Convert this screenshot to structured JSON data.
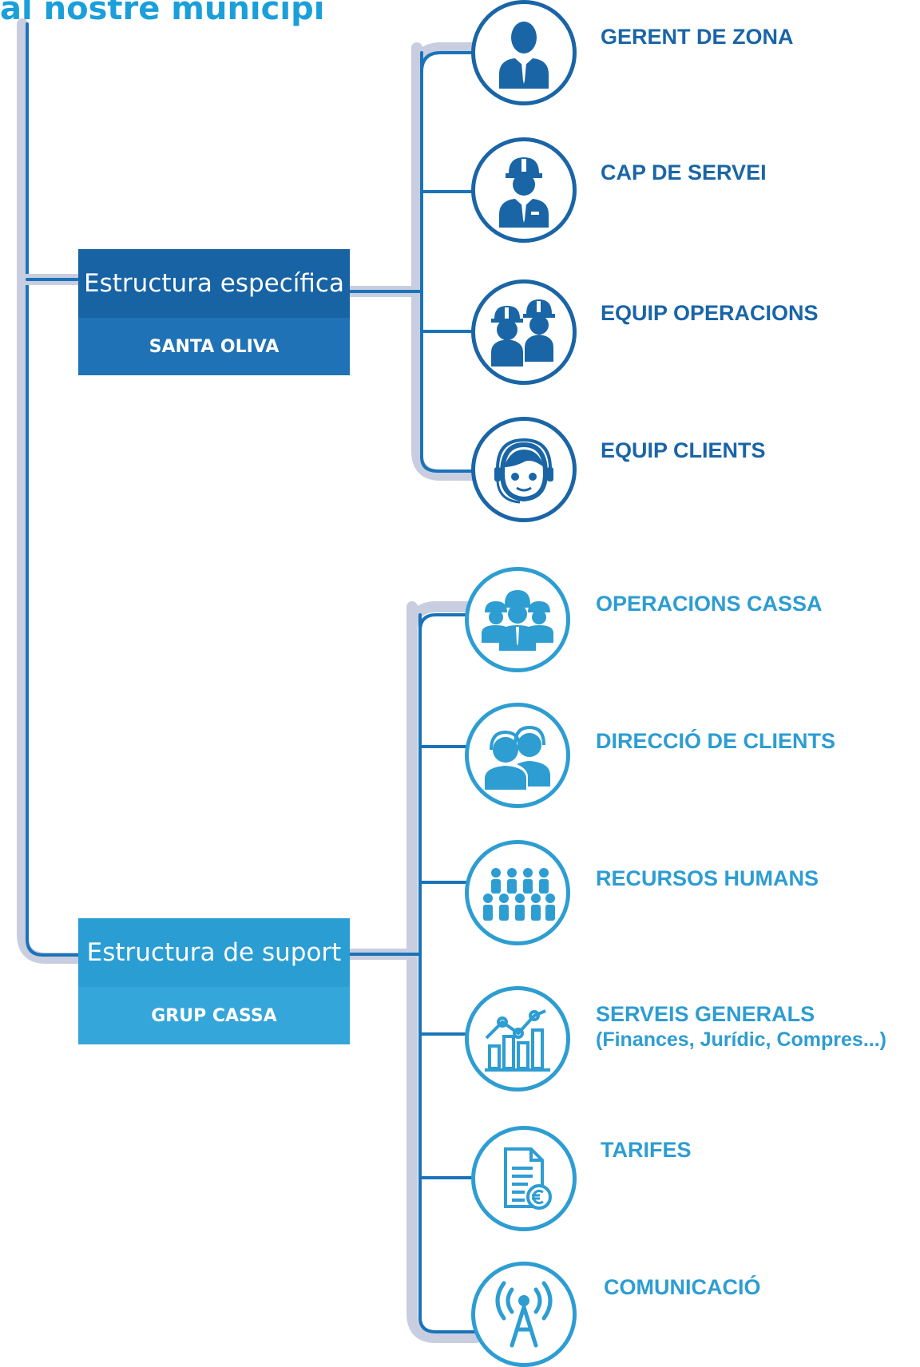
{
  "page_title": "al nostre municipi",
  "structures": {
    "especifica": {
      "title": "Estructura específica",
      "subtitle": "SANTA OLIVA",
      "color": "#1763a4",
      "nodes": [
        {
          "label": "GERENT DE ZONA",
          "icon": "manager-icon"
        },
        {
          "label": "CAP DE SERVEI",
          "icon": "hardhat-manager-icon"
        },
        {
          "label": "EQUIP OPERACIONS",
          "icon": "workers-team-icon"
        },
        {
          "label": "EQUIP CLIENTS",
          "icon": "headset-agent-icon"
        }
      ]
    },
    "suport": {
      "title": "Estructura de suport",
      "subtitle": "GRUP CASSA",
      "color": "#2a9dd3",
      "nodes": [
        {
          "label": "OPERACIONS CASSA",
          "icon": "operations-team-icon"
        },
        {
          "label": "DIRECCIÓ DE CLIENTS",
          "icon": "customer-service-icon"
        },
        {
          "label": "RECURSOS HUMANS",
          "icon": "people-group-icon"
        },
        {
          "label": "SERVEIS GENERALS",
          "sublabel": "(Finances, Jurídic, Compres...)",
          "icon": "growth-chart-icon"
        },
        {
          "label": "TARIFES",
          "icon": "invoice-euro-icon"
        },
        {
          "label": "COMUNICACIÓ",
          "icon": "antenna-icon"
        }
      ]
    }
  }
}
